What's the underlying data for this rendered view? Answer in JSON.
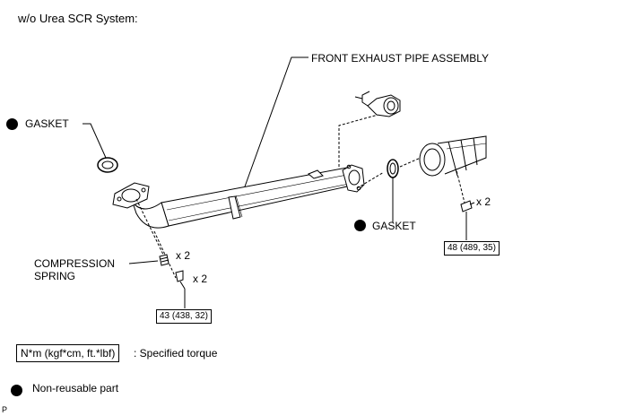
{
  "header": {
    "title": "w/o Urea SCR System:"
  },
  "labels": {
    "front_pipe": "FRONT EXHAUST PIPE ASSEMBLY",
    "gasket_left": "GASKET",
    "gasket_right": "GASKET",
    "compression_spring_line1": "COMPRESSION",
    "compression_spring_line2": "SPRING",
    "qty_spring": "x 2",
    "qty_bolt_left": "x 2",
    "qty_bolt_right": "x 2"
  },
  "torque": {
    "left": "43 (438, 32)",
    "right": "48 (489, 35)"
  },
  "legend": {
    "torque_units": "N*m (kgf*cm, ft.*lbf)",
    "torque_desc": ": Specified torque",
    "nonreusable": "Non-reusable part"
  },
  "footer": {
    "code": "P"
  }
}
